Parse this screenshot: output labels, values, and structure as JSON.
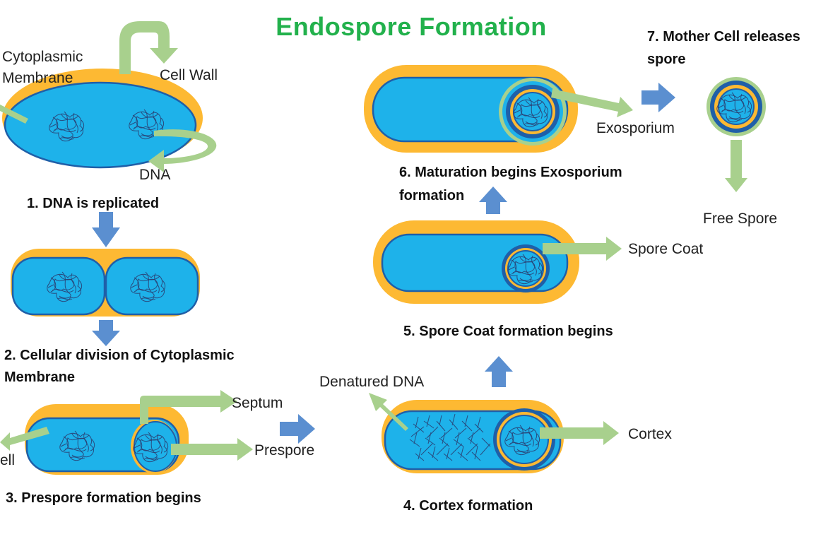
{
  "title": "Endospore Formation",
  "colors": {
    "title": "#22b14c",
    "cell_wall": "#fdb933",
    "cytoplasm": "#1eb2ea",
    "membrane_edge": "#1f5fa8",
    "label_arrow": "#a8d08d",
    "flow_arrow": "#5b8fd0",
    "dna": "#2a3b6e"
  },
  "steps": {
    "s1": "1. DNA is replicated",
    "s2_line1": "2. Cellular division of Cytoplasmic",
    "s2_line2": "Membrane",
    "s3": "3. Prespore formation begins",
    "s4": "4. Cortex formation",
    "s5": "5. Spore Coat formation begins",
    "s6_line1": "6. Maturation begins Exosporium",
    "s6_line2": "formation",
    "s7_line1": "7. Mother Cell releases",
    "s7_line2": "spore"
  },
  "labels": {
    "cytoplasmic_line1": "Cytoplasmic",
    "cytoplasmic_line2": "Membrane",
    "cell_wall": "Cell Wall",
    "dna": "DNA",
    "septum": "Septum",
    "prespore": "Prespore",
    "cell_partial": "ell",
    "denatured_dna": "Denatured DNA",
    "cortex": "Cortex",
    "spore_coat": "Spore Coat",
    "exosporium": "Exosporium",
    "free_spore": "Free Spore"
  }
}
